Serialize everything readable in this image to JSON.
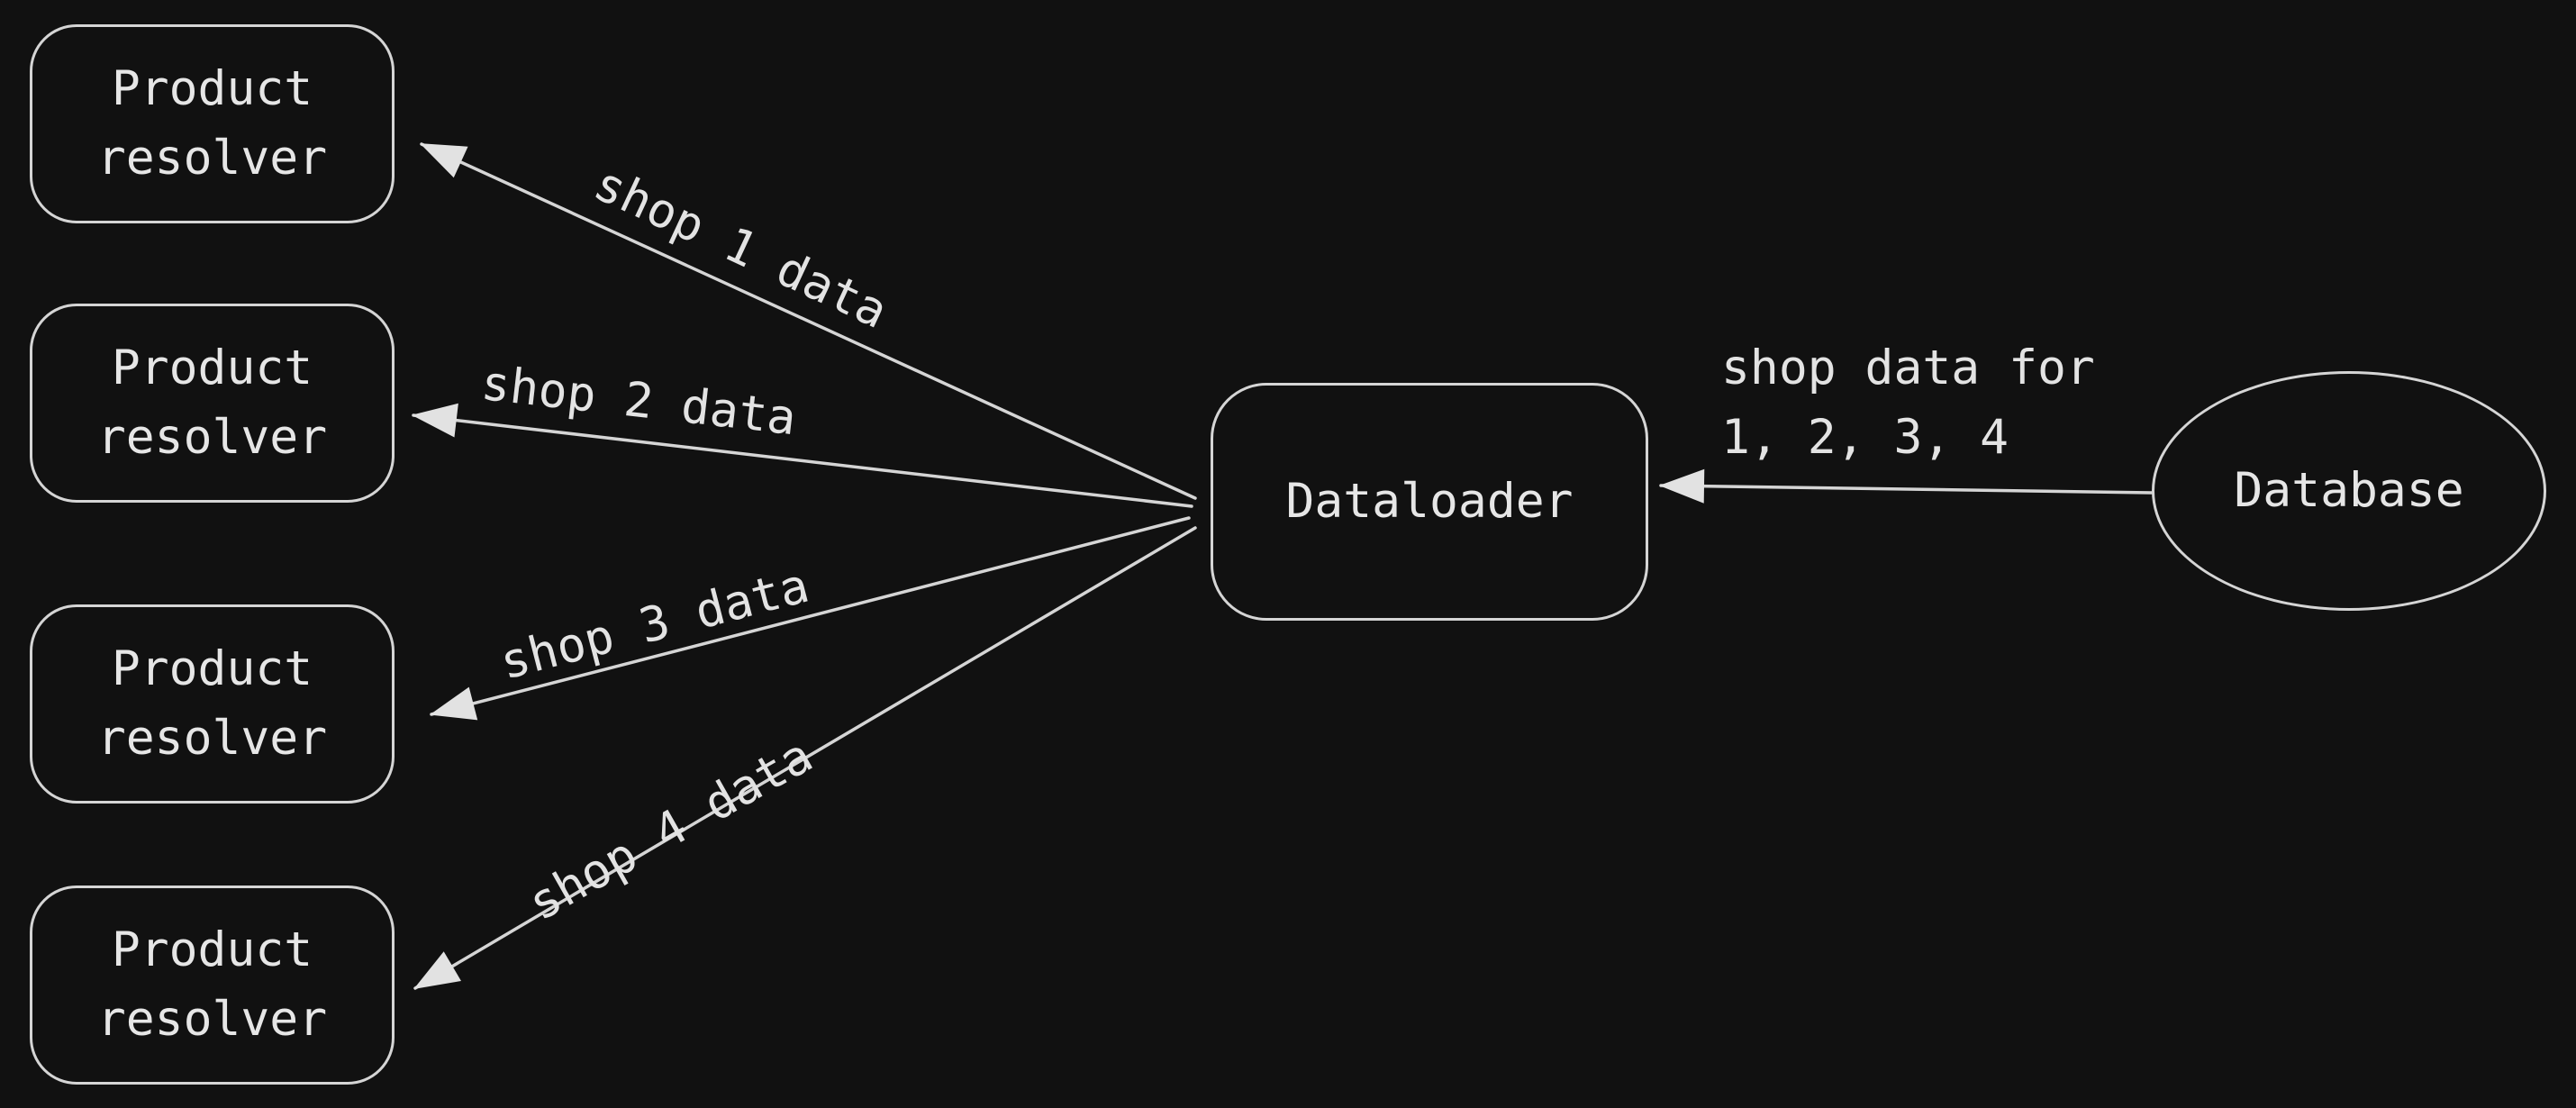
{
  "diagram": {
    "background_color": "#111111",
    "stroke_color": "#d5d5d5",
    "text_color": "#e6e6e6",
    "nodes": {
      "resolvers": [
        {
          "label": "Product\nresolver"
        },
        {
          "label": "Product\nresolver"
        },
        {
          "label": "Product\nresolver"
        },
        {
          "label": "Product\nresolver"
        }
      ],
      "dataloader": {
        "label": "Dataloader"
      },
      "database": {
        "label": "Database"
      }
    },
    "edges": {
      "resolver_labels": [
        "shop 1 data",
        "shop 2 data",
        "shop 3 data",
        "shop 4 data"
      ],
      "database_label": "shop data for\n1, 2, 3, 4"
    }
  }
}
